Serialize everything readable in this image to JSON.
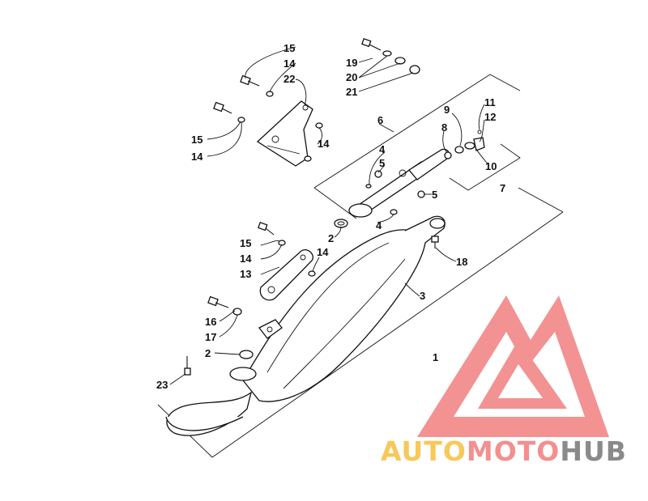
{
  "diagram": {
    "callouts": [
      {
        "id": "c15a",
        "label": "15"
      },
      {
        "id": "c14a",
        "label": "14"
      },
      {
        "id": "c22",
        "label": "22"
      },
      {
        "id": "c15b",
        "label": "15"
      },
      {
        "id": "c14b",
        "label": "14"
      },
      {
        "id": "c14c",
        "label": "14"
      },
      {
        "id": "c19",
        "label": "19"
      },
      {
        "id": "c20",
        "label": "20"
      },
      {
        "id": "c21",
        "label": "21"
      },
      {
        "id": "c6",
        "label": "6"
      },
      {
        "id": "c9",
        "label": "9"
      },
      {
        "id": "c11",
        "label": "11"
      },
      {
        "id": "c12",
        "label": "12"
      },
      {
        "id": "c8",
        "label": "8"
      },
      {
        "id": "c10",
        "label": "10"
      },
      {
        "id": "c7",
        "label": "7"
      },
      {
        "id": "c4a",
        "label": "4"
      },
      {
        "id": "c5a",
        "label": "5"
      },
      {
        "id": "c5b",
        "label": "5"
      },
      {
        "id": "c4b",
        "label": "4"
      },
      {
        "id": "c2a",
        "label": "2"
      },
      {
        "id": "c15c",
        "label": "15"
      },
      {
        "id": "c14d",
        "label": "14"
      },
      {
        "id": "c14e",
        "label": "14"
      },
      {
        "id": "c13",
        "label": "13"
      },
      {
        "id": "c18",
        "label": "18"
      },
      {
        "id": "c3",
        "label": "3"
      },
      {
        "id": "c16",
        "label": "16"
      },
      {
        "id": "c17",
        "label": "17"
      },
      {
        "id": "c2b",
        "label": "2"
      },
      {
        "id": "c1",
        "label": "1"
      },
      {
        "id": "c23",
        "label": "23"
      }
    ]
  },
  "watermark": {
    "part1": "AUTO",
    "part2": "MOTO",
    "part3": "HUB",
    "colors": {
      "auto": "#f7c85a",
      "moto": "#f48f8f",
      "hub": "#8a8a8a",
      "logo": "#f27f7f"
    }
  }
}
